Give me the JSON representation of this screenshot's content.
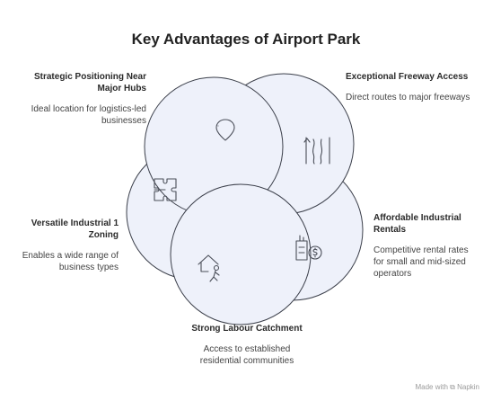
{
  "title": "Key Advantages of Airport Park",
  "items": [
    {
      "heading": "Strategic Positioning Near Major Hubs",
      "description": "Ideal location for logistics-led businesses",
      "icon": "location-pin-icon"
    },
    {
      "heading": "Exceptional Freeway Access",
      "description": "Direct routes to major freeways",
      "icon": "road-icon"
    },
    {
      "heading": "Affordable Industrial Rentals",
      "description": "Competitive rental rates for small and mid-sized operators",
      "icon": "building-dollar-icon"
    },
    {
      "heading": "Strong Labour Catchment",
      "description": "Access to established residential communities",
      "icon": "home-person-icon"
    },
    {
      "heading": "Versatile Industrial 1 Zoning",
      "description": "Enables a wide range of business types",
      "icon": "puzzle-icon"
    }
  ],
  "footer": "Made with ⧉ Napkin",
  "colors": {
    "fill": "#eef1fa",
    "stroke": "#3b3f4a"
  }
}
